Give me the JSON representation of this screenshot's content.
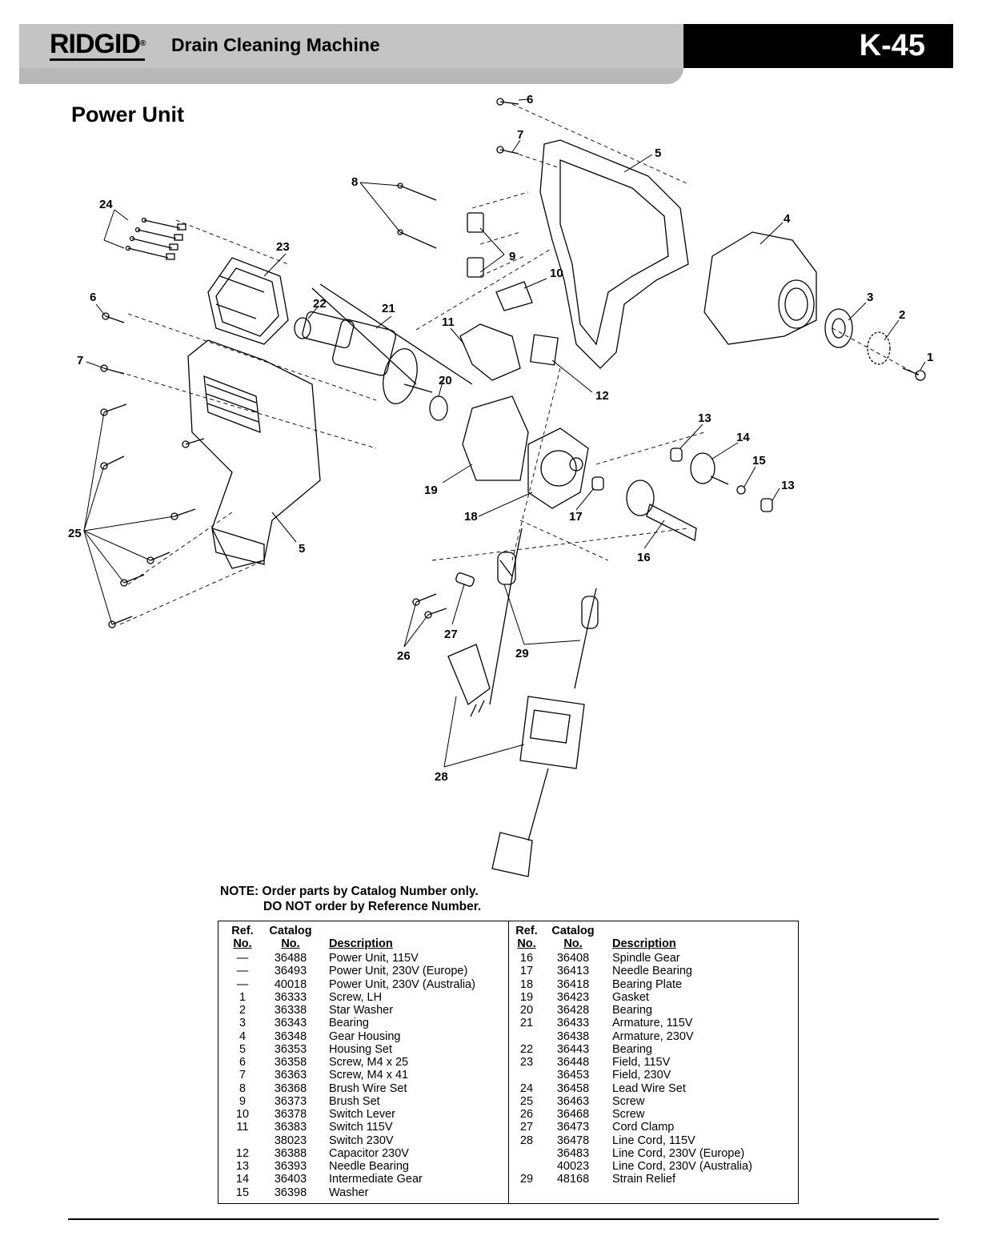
{
  "header": {
    "brand": "RIDGID",
    "brand_mark": "®",
    "title": "Drain Cleaning Machine",
    "model": "K-45"
  },
  "section_title": "Power Unit",
  "note": {
    "line1": "NOTE: Order parts by Catalog Number only.",
    "line2": "DO NOT order by Reference Number."
  },
  "table": {
    "headers": {
      "ref_top": "Ref.",
      "ref_bottom": "No.",
      "cat_top": "Catalog",
      "cat_bottom": "No.",
      "desc": "Description"
    },
    "left": [
      {
        "ref": "—",
        "cat": "36488",
        "desc": "Power Unit, 115V"
      },
      {
        "ref": "—",
        "cat": "36493",
        "desc": "Power Unit, 230V (Europe)"
      },
      {
        "ref": "—",
        "cat": "40018",
        "desc": "Power Unit, 230V (Australia)"
      },
      {
        "ref": "1",
        "cat": "36333",
        "desc": "Screw, LH"
      },
      {
        "ref": "2",
        "cat": "36338",
        "desc": "Star Washer"
      },
      {
        "ref": "3",
        "cat": "36343",
        "desc": "Bearing"
      },
      {
        "ref": "4",
        "cat": "36348",
        "desc": "Gear Housing"
      },
      {
        "ref": "5",
        "cat": "36353",
        "desc": "Housing Set"
      },
      {
        "ref": "6",
        "cat": "36358",
        "desc": "Screw, M4 x 25"
      },
      {
        "ref": "7",
        "cat": "36363",
        "desc": "Screw, M4 x 41"
      },
      {
        "ref": "8",
        "cat": "36368",
        "desc": "Brush Wire Set"
      },
      {
        "ref": "9",
        "cat": "36373",
        "desc": "Brush Set"
      },
      {
        "ref": "10",
        "cat": "36378",
        "desc": "Switch Lever"
      },
      {
        "ref": "11",
        "cat": "36383",
        "desc": "Switch 115V"
      },
      {
        "ref": "",
        "cat": "38023",
        "desc": "Switch 230V"
      },
      {
        "ref": "12",
        "cat": "36388",
        "desc": "Capacitor 230V"
      },
      {
        "ref": "13",
        "cat": "36393",
        "desc": "Needle Bearing"
      },
      {
        "ref": "14",
        "cat": "36403",
        "desc": "Intermediate Gear"
      },
      {
        "ref": "15",
        "cat": "36398",
        "desc": "Washer"
      }
    ],
    "right": [
      {
        "ref": "16",
        "cat": "36408",
        "desc": "Spindle Gear"
      },
      {
        "ref": "17",
        "cat": "36413",
        "desc": "Needle Bearing"
      },
      {
        "ref": "18",
        "cat": "36418",
        "desc": "Bearing Plate"
      },
      {
        "ref": "19",
        "cat": "36423",
        "desc": "Gasket"
      },
      {
        "ref": "20",
        "cat": "36428",
        "desc": "Bearing"
      },
      {
        "ref": "21",
        "cat": "36433",
        "desc": "Armature, 115V"
      },
      {
        "ref": "",
        "cat": "36438",
        "desc": "Armature, 230V"
      },
      {
        "ref": "22",
        "cat": "36443",
        "desc": "Bearing"
      },
      {
        "ref": "23",
        "cat": "36448",
        "desc": "Field, 115V"
      },
      {
        "ref": "",
        "cat": "36453",
        "desc": "Field, 230V"
      },
      {
        "ref": "24",
        "cat": "36458",
        "desc": "Lead Wire Set"
      },
      {
        "ref": "25",
        "cat": "36463",
        "desc": "Screw"
      },
      {
        "ref": "26",
        "cat": "36468",
        "desc": "Screw"
      },
      {
        "ref": "27",
        "cat": "36473",
        "desc": "Cord Clamp"
      },
      {
        "ref": "28",
        "cat": "36478",
        "desc": "Line Cord, 115V"
      },
      {
        "ref": "",
        "cat": "36483",
        "desc": "Line Cord, 230V (Europe)"
      },
      {
        "ref": "",
        "cat": "40023",
        "desc": "Line Cord, 230V (Australia)"
      },
      {
        "ref": "29",
        "cat": "48168",
        "desc": "Strain Relief"
      }
    ]
  },
  "diagram": {
    "callouts": [
      "1",
      "2",
      "3",
      "4",
      "5",
      "5",
      "6",
      "6",
      "7",
      "7",
      "8",
      "9",
      "10",
      "11",
      "12",
      "13",
      "13",
      "14",
      "15",
      "16",
      "17",
      "18",
      "19",
      "20",
      "21",
      "22",
      "23",
      "24",
      "25",
      "26",
      "27",
      "28",
      "29"
    ]
  }
}
